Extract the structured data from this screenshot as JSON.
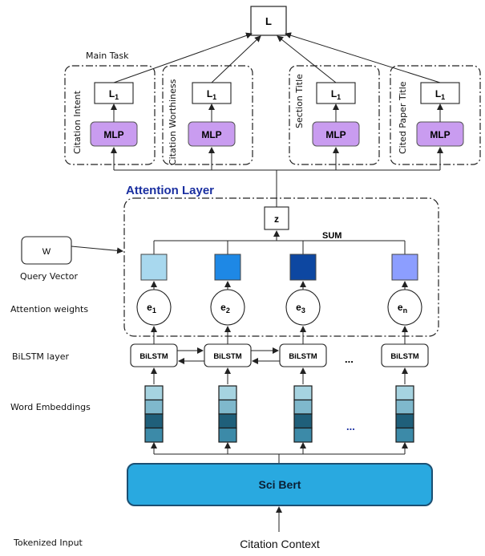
{
  "top_loss": "L",
  "main_task": {
    "label": "Main Task",
    "heads": [
      {
        "task": "Citation Intent",
        "loss": "L",
        "sub": "1",
        "mlp": "MLP"
      },
      {
        "task": "Citation Worthiness",
        "loss": "L",
        "sub": "1",
        "mlp": "MLP"
      },
      {
        "task": "Section Title",
        "loss": "L",
        "sub": "1",
        "mlp": "MLP"
      },
      {
        "task": "Cited Paper Title",
        "loss": "L",
        "sub": "1",
        "mlp": "MLP"
      }
    ]
  },
  "attention": {
    "title": "Attention Layer",
    "z": "z",
    "sum": "SUM",
    "weights": [
      {
        "base": "e",
        "sub": "1"
      },
      {
        "base": "e",
        "sub": "2"
      },
      {
        "base": "e",
        "sub": "3"
      },
      {
        "base": "e",
        "sub": "n"
      }
    ],
    "weight_colors": [
      "#a8d8ee",
      "#1e88e5",
      "#0d47a1",
      "#8c9eff"
    ]
  },
  "query": {
    "box": "W",
    "label": "Query Vector"
  },
  "row_labels": {
    "attention_weights": "Attention weights",
    "bilstm_layer": "BiLSTM layer",
    "word_embeddings": "Word Embeddings",
    "tokenized_input": "Tokenized Input"
  },
  "bilstm": {
    "cell": "BiLSTM",
    "ellipsis": "..."
  },
  "embeddings": {
    "ellipsis": "...",
    "cell_colors": [
      "#a6d3e0",
      "#7fb8cc",
      "#1f5f7a",
      "#3c8aa8"
    ]
  },
  "encoder": {
    "label": "Sci Bert",
    "fill": "#29a9e0"
  },
  "input": "Citation Context"
}
